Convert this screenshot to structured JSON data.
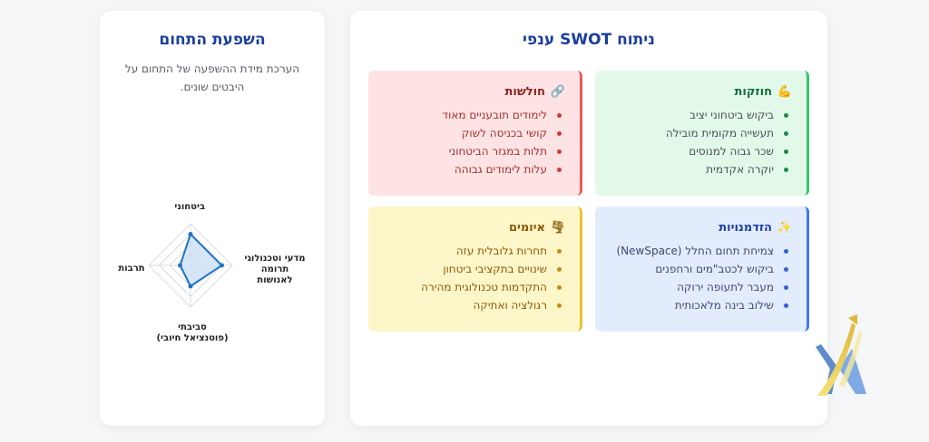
{
  "impact": {
    "title": "השפעת התחום",
    "description": "הערכת מידת ההשפעה של התחום על היבטים שונים.",
    "radar": {
      "axes": [
        {
          "label": "ביטחוני",
          "value": 3
        },
        {
          "label": "מדעי וטכנולוגי תרומה לאנושות",
          "value": 3
        },
        {
          "label": "סביבתי (פוטנציאל חיובי)",
          "value": 2
        },
        {
          "label": "תרבות",
          "value": 1
        }
      ],
      "max": 4,
      "tick_labels": [
        "1",
        "2",
        "3"
      ],
      "colors": {
        "fill": "#cfe2f5",
        "stroke": "#1f73c9",
        "grid": "#d9dde3"
      }
    }
  },
  "swot": {
    "title": "ניתוח SWOT ענפי",
    "strengths": {
      "icon": "💪",
      "title": "חוזקות",
      "items": [
        "ביקוש ביטחוני יציב",
        "תעשייה מקומית מובילה",
        "שכר גבוה למנוסים",
        "יוקרה אקדמית"
      ]
    },
    "weaknesses": {
      "icon": "🔗",
      "title": "חולשות",
      "items": [
        "לימודים תובעניים מאוד",
        "קושי בכניסה לשוק",
        "תלות במגזר הביטחוני",
        "עלות לימודים גבוהה"
      ]
    },
    "opportunities": {
      "icon": "✨",
      "title": "הזדמנויות",
      "items": [
        "צמיחת תחום החלל (NewSpace)",
        "ביקוש לכטב\"מים ורחפנים",
        "מעבר לתעופה ירוקה",
        "שילוב בינה מלאכותית"
      ]
    },
    "threats": {
      "icon": "🌪",
      "title": "איומים",
      "items": [
        "תחרות גלובלית עזה",
        "שינויים בתקציבי ביטחון",
        "התקדמות טכנולוגית מהירה",
        "רגולציה ואתיקה"
      ]
    }
  }
}
